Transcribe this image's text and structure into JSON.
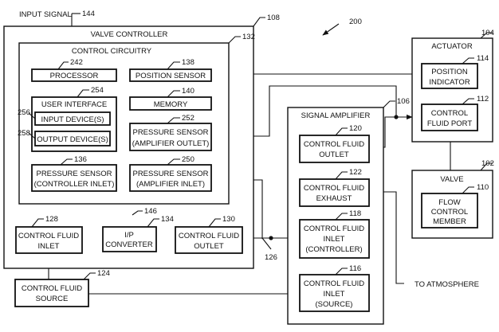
{
  "figure_number": "200",
  "input_signal": {
    "label": "INPUT SIGNAL",
    "ref": "144"
  },
  "valve_controller": {
    "title": "VALVE CONTROLLER",
    "ref": "108"
  },
  "control_circuitry": {
    "title": "CONTROL CIRCUITRY",
    "ref": "132"
  },
  "processor": {
    "label": "PROCESSOR",
    "ref": "242"
  },
  "position_sensor": {
    "label": "POSITION SENSOR",
    "ref": "138"
  },
  "user_interface": {
    "title": "USER INTERFACE",
    "ref": "254"
  },
  "input_device": {
    "label": "INPUT DEVICE(S)",
    "ref": "256"
  },
  "output_device": {
    "label": "OUTPUT DEVICE(S)",
    "ref": "258"
  },
  "memory": {
    "label": "MEMORY",
    "ref": "140"
  },
  "pressure_sensor_amp_outlet": {
    "line1": "PRESSURE SENSOR",
    "line2": "(AMPLIFIER OUTLET)",
    "ref": "252"
  },
  "pressure_sensor_ctrl_inlet": {
    "line1": "PRESSURE SENSOR",
    "line2": "(CONTROLLER INLET)",
    "ref": "136"
  },
  "pressure_sensor_amp_inlet": {
    "line1": "PRESSURE SENSOR",
    "line2": "(AMPLIFIER INLET)",
    "ref": "250"
  },
  "ip_converter": {
    "line1": "I/P",
    "line2": "CONVERTER",
    "ref": "134",
    "signal_ref": "146"
  },
  "ctrl_fluid_inlet": {
    "line1": "CONTROL FLUID",
    "line2": "INLET",
    "ref": "128"
  },
  "ctrl_fluid_outlet": {
    "line1": "CONTROL FLUID",
    "line2": "OUTLET",
    "ref": "130"
  },
  "ctrl_fluid_source": {
    "line1": "CONTROL FLUID",
    "line2": "SOURCE",
    "ref": "124"
  },
  "line_ref": "126",
  "signal_amplifier": {
    "title": "SIGNAL AMPLIFIER",
    "ref": "106"
  },
  "amp_outlet": {
    "line1": "CONTROL FLUID",
    "line2": "OUTLET",
    "ref": "120"
  },
  "amp_exhaust": {
    "line1": "CONTROL FLUID",
    "line2": "EXHAUST",
    "ref": "122"
  },
  "amp_inlet_ctrl": {
    "line1": "CONTROL FLUID",
    "line2": "INLET",
    "line3": "(CONTROLLER)",
    "ref": "118"
  },
  "amp_inlet_source": {
    "line1": "CONTROL FLUID",
    "line2": "INLET",
    "line3": "(SOURCE)",
    "ref": "116"
  },
  "to_atmosphere": "TO ATMOSPHERE",
  "actuator": {
    "title": "ACTUATOR",
    "ref": "104"
  },
  "position_indicator": {
    "line1": "POSITION",
    "line2": "INDICATOR",
    "ref": "114"
  },
  "ctrl_fluid_port": {
    "line1": "CONTROL",
    "line2": "FLUID PORT",
    "ref": "112"
  },
  "valve": {
    "title": "VALVE",
    "ref": "102"
  },
  "flow_control_member": {
    "line1": "FLOW",
    "line2": "CONTROL",
    "line3": "MEMBER",
    "ref": "110"
  }
}
